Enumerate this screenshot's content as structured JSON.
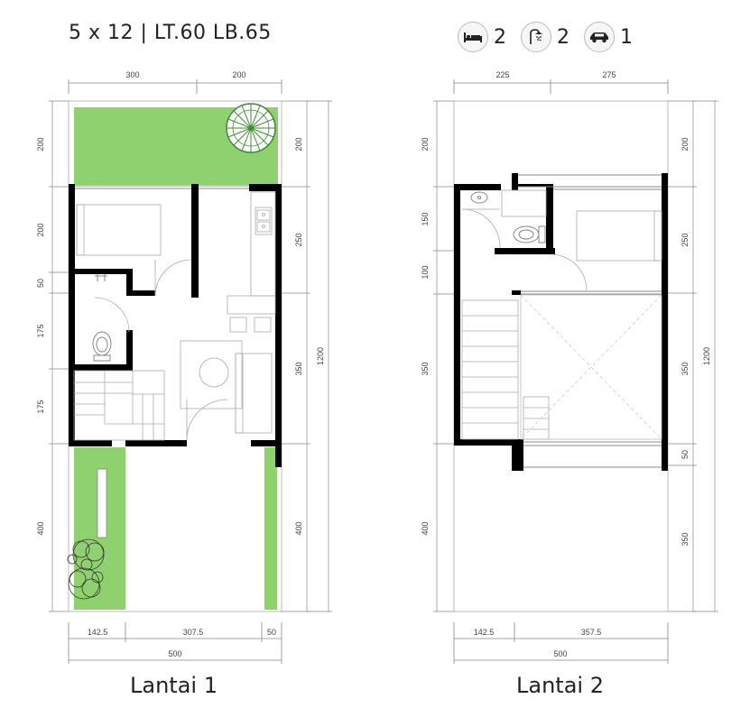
{
  "header": {
    "title": "5 x 12  |  LT.60  LB.65"
  },
  "specs": [
    {
      "icon": "bed-icon",
      "value": "2"
    },
    {
      "icon": "shower-icon",
      "value": "2"
    },
    {
      "icon": "car-icon",
      "value": "1"
    }
  ],
  "floors": {
    "ground": {
      "label": "Lantai 1",
      "dims_top": [
        "300",
        "200"
      ],
      "dims_left": [
        "200",
        "200",
        "50",
        "175",
        "175",
        "400"
      ],
      "dims_right_inner": [
        "200",
        "250",
        "350",
        "400"
      ],
      "dims_right_total": "1200",
      "dims_bottom": [
        "142.5",
        "307.5",
        "50"
      ],
      "dims_bottom_total": "500"
    },
    "upper": {
      "label": "Lantai 2",
      "dims_top": [
        "225",
        "275"
      ],
      "dims_left": [
        "200",
        "150",
        "100",
        "350",
        "400"
      ],
      "dims_right_inner": [
        "200",
        "250",
        "350",
        "50",
        "350"
      ],
      "dims_right_total": "1200",
      "dims_bottom": [
        "142.5",
        "357.5"
      ],
      "dims_bottom_total": "500"
    }
  },
  "colors": {
    "lawn": "#8fd16f",
    "wall": "#000000",
    "dimension": "#888888"
  }
}
